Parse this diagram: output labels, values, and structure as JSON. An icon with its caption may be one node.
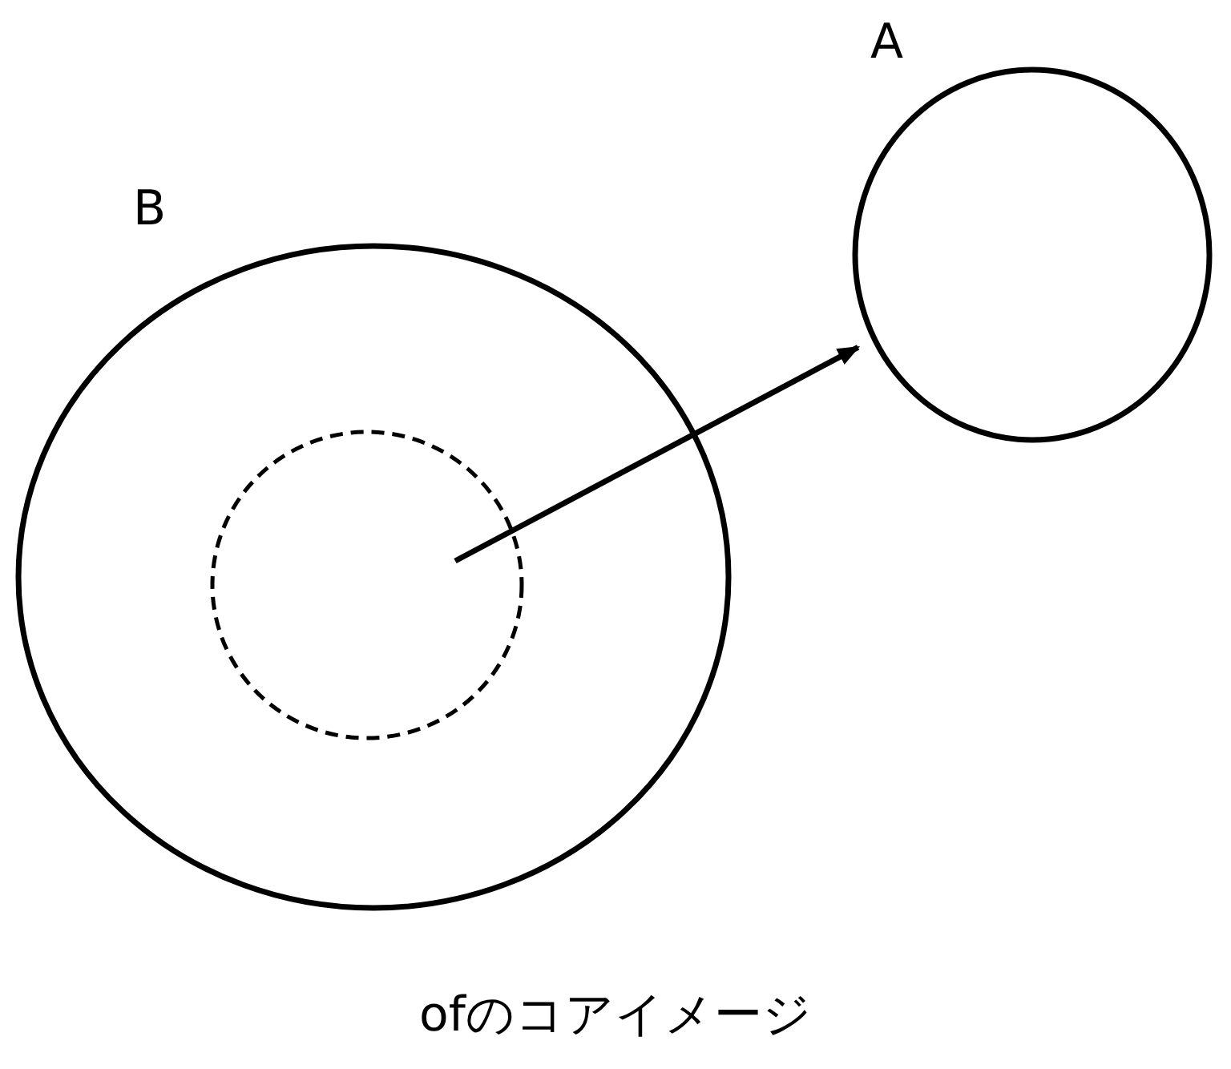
{
  "diagram": {
    "caption": "ofのコアイメージ",
    "nodes": [
      {
        "text": [
          "B"
        ]
      },
      {
        "text": [],
        "shape": "circle",
        "in": 0
      },
      {
        "text": [
          "A"
        ]
      }
    ],
    "edges": [
      {
        "from": 1,
        "to": 2,
        "arrow": "to"
      }
    ]
  }
}
